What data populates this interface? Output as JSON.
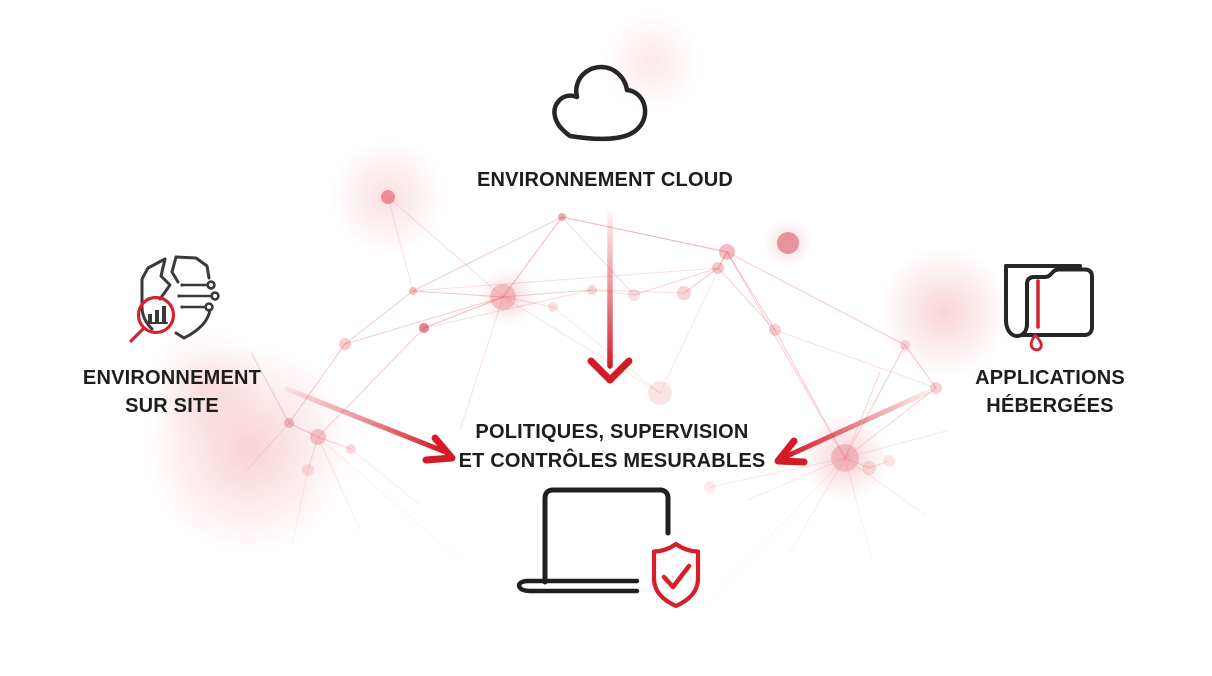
{
  "diagram": {
    "kind": "security-supervision-flow",
    "labels": {
      "cloud": "ENVIRONNEMENT CLOUD",
      "on_site_line1": "ENVIRONNEMENT",
      "on_site_line2": "SUR SITE",
      "hosted_line1": "APPLICATIONS",
      "hosted_line2": "HÉBERGÉES",
      "center_line1": "POLITIQUES, SUPERVISION",
      "center_line2": "ET CONTRÔLES MESURABLES"
    },
    "icons": [
      {
        "name": "cloud-icon",
        "represents": "environnement cloud"
      },
      {
        "name": "shield-circuit-magnifier-icon",
        "represents": "environnement sur site"
      },
      {
        "name": "folder-leak-icon",
        "represents": "applications hébergées"
      },
      {
        "name": "laptop-icon",
        "represents": "poste supervisé"
      },
      {
        "name": "shield-check-icon",
        "represents": "contrôle validé"
      }
    ],
    "arrows": [
      {
        "name": "arrow-cloud-to-center",
        "from": "cloud",
        "to": "politiques-supervision"
      },
      {
        "name": "arrow-onsite-to-center",
        "from": "on_site",
        "to": "politiques-supervision"
      },
      {
        "name": "arrow-hosted-to-center",
        "from": "hosted_apps",
        "to": "politiques-supervision"
      }
    ],
    "palette": {
      "accent_red": "#d6222e",
      "text_dark": "#1d1d1b",
      "icon_stroke": "#262626",
      "mesh_pink": "#e05561",
      "glow_pink": "#ee969e"
    }
  }
}
